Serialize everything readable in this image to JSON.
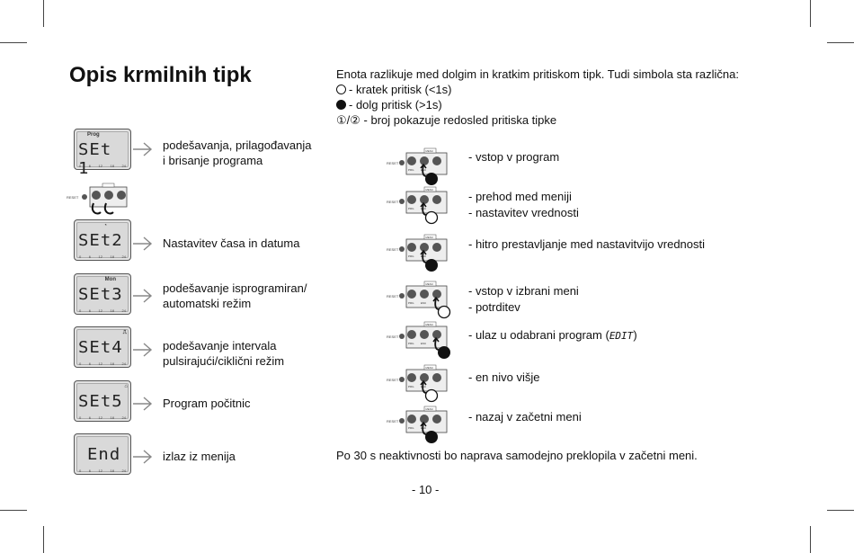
{
  "title": "Opis krmilnih tipk",
  "left_rows": [
    {
      "lcd": "SEt 1",
      "small": "Prog",
      "text1": "podešavanja, prilagođavanja",
      "text2": "i brisanje programa"
    },
    {
      "lcd": "SEt2",
      "small": "◔",
      "text1": "Nastavitev časa in datuma",
      "text2": ""
    },
    {
      "lcd": "SEt3",
      "small": "Mon",
      "text1": "podešavanje isprogramiran/",
      "text2": "automatski režim"
    },
    {
      "lcd": "SEt4",
      "small": "⎍",
      "text1": "podešavanje intervala",
      "text2": "pulsirajući/ciklični režim"
    },
    {
      "lcd": "SEt5",
      "small": "⌂",
      "text1": "Program počitnic",
      "text2": ""
    },
    {
      "lcd": "End",
      "small": "",
      "text1": "izlaz iz menija",
      "text2": ""
    }
  ],
  "lcd_scale": [
    "0",
    "6",
    "12",
    "18",
    "24"
  ],
  "keypad_labels": {
    "reset": "RESET",
    "prg": "PRG",
    "man": "MAN",
    "esc": "ESC",
    "ok": "OK",
    "menu": "MENU"
  },
  "intro": {
    "line1": "Enota razlikuje med dolgim in kratkim pritiskom tipk. Tudi simbola sta različna:",
    "line2": " - kratek pritisk (<1s)",
    "line3": " - dolg pritisk (>1s)",
    "line4": "①/② - broj pokazuje redosled pritiska tipke"
  },
  "actions": [
    {
      "d1": "- vstop v program",
      "d2": ""
    },
    {
      "d1": "- prehod med meniji",
      "d2": "- nastavitev vrednosti"
    },
    {
      "d1": "- hitro prestavljanje med nastavitvijo vrednosti",
      "d2": ""
    },
    {
      "d1": "- vstop v izbrani meni",
      "d2": "- potrditev"
    },
    {
      "d1": "- ulaz u odabrani program (",
      "seg": "EDIT",
      "d1b": ")",
      "d2": ""
    },
    {
      "d1": "- en nivo višje",
      "d2": ""
    },
    {
      "d1": "- nazaj v začetni meni",
      "d2": ""
    }
  ],
  "footer": "Po 30 s neaktivnosti bo naprava samodejno preklopila v začetni meni.",
  "page_number": "- 10 -"
}
